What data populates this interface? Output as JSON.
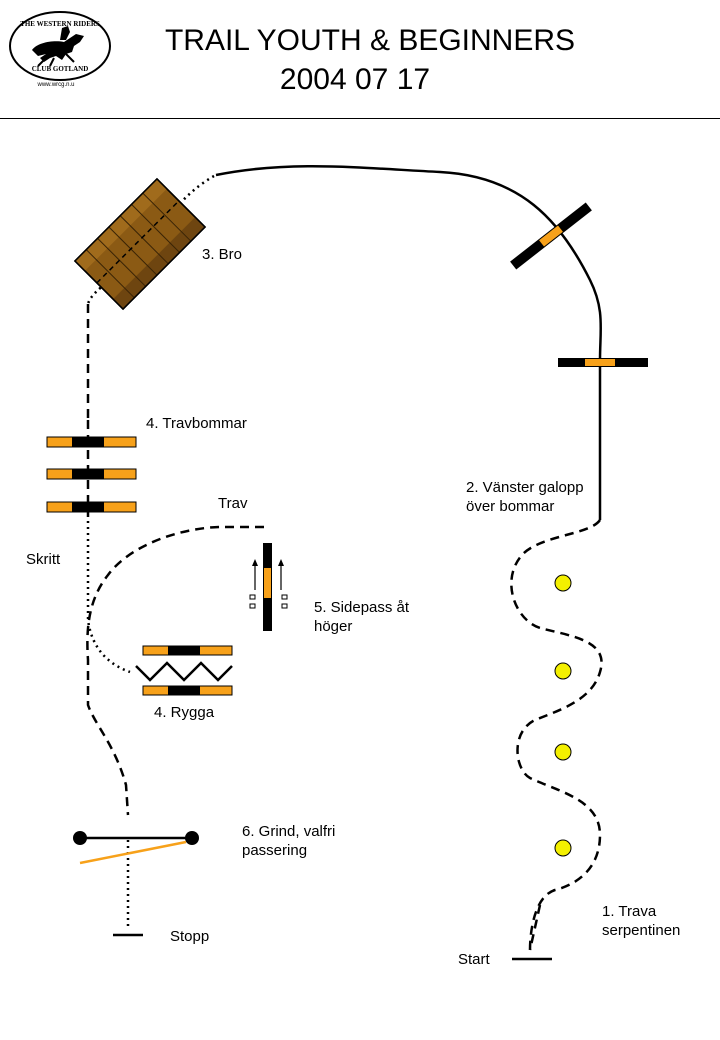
{
  "header": {
    "title_line1": "TRAIL YOUTH & BEGINNERS",
    "title_line2": "2004 07 17",
    "logo": {
      "top_text": "THE WESTERN RIDERS",
      "bottom_text": "CLUB GOTLAND",
      "url": "www.wrcg.n.u",
      "icon": "horse-rider-icon"
    }
  },
  "labels": {
    "bro": "3. Bro",
    "travbommar": "4. Travbommar",
    "trav": "Trav",
    "skritt": "Skritt",
    "sidepass": "5. Sidepass åt\nhöger",
    "rygga": "4. Rygga",
    "grind": "6. Grind, valfri\npassering",
    "stopp": "Stopp",
    "vanster": "2. Vänster galopp\növer bommar",
    "trava": "1. Trava\nserpentinen",
    "start": "Start"
  },
  "colors": {
    "pole_orange": "#f7a11a",
    "pole_black": "#000000",
    "bridge_brown": "#8b5a14",
    "cone_yellow": "#f4f000",
    "gate_orange": "#f7a11a"
  }
}
